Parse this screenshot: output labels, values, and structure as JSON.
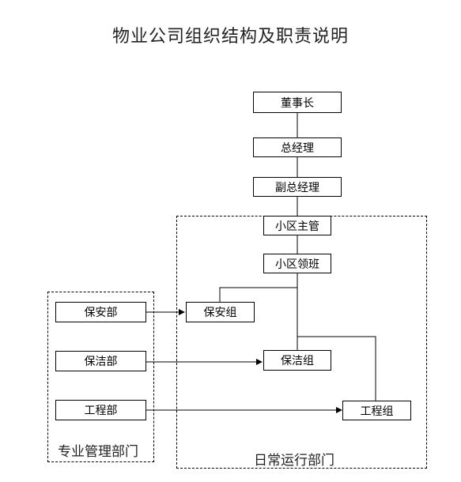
{
  "title": "物业公司组织结构及职责说明",
  "nodes": {
    "chairman": "董事长",
    "general_manager": "总经理",
    "deputy_general_manager": "副总经理",
    "community_manager": "小区主管",
    "community_leader": "小区领班",
    "security_group": "保安组",
    "cleaning_group": "保洁组",
    "engineering_group": "工程组",
    "security_dept": "保安部",
    "cleaning_dept": "保洁部",
    "engineering_dept": "工程部"
  },
  "regions": {
    "professional": "专业管理部门",
    "daily_operations": "日常运行部门"
  }
}
